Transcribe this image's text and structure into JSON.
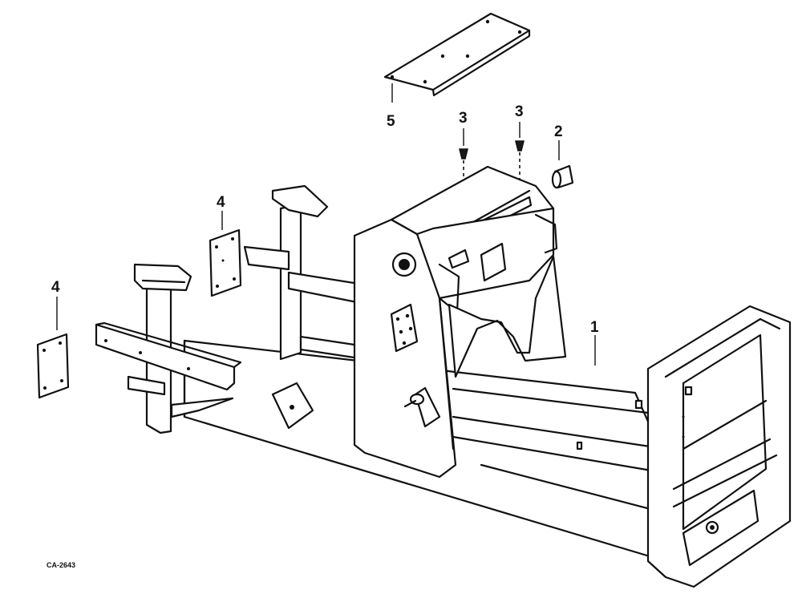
{
  "diagram": {
    "callouts": {
      "c1": "1",
      "c2": "2",
      "c3a": "3",
      "c3b": "3",
      "c4a": "4",
      "c4b": "4",
      "c5": "5"
    },
    "reference_code": "CA-2643"
  }
}
